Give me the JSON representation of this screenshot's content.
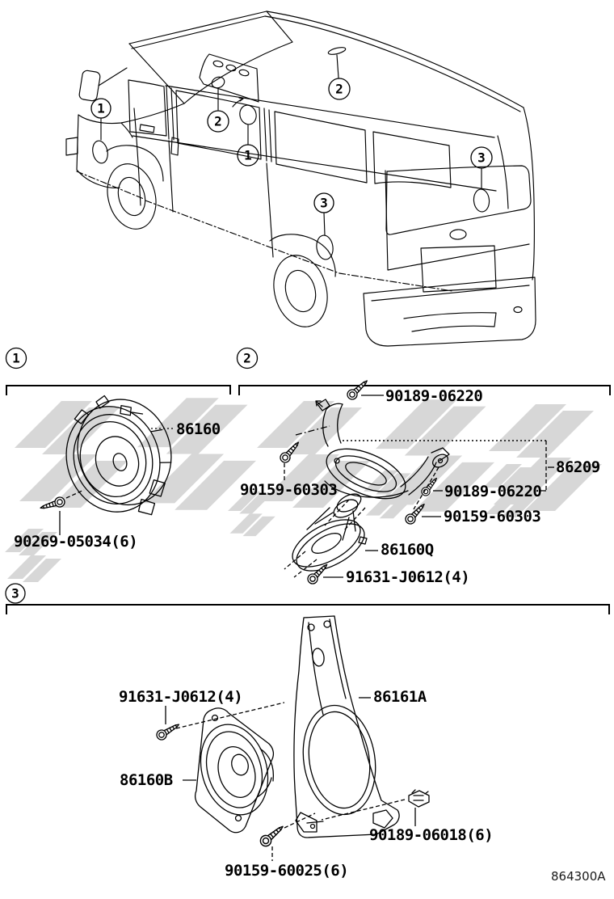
{
  "page": {
    "background": "#ffffff",
    "line_color": "#000000",
    "watermark_color": "#d7d7d7",
    "drawing_number": "864300A"
  },
  "van": {
    "description": "van-rear-speaker-location-line-art",
    "callouts": [
      {
        "id": "front-door-speaker",
        "number": "1"
      },
      {
        "id": "dash-speaker-left",
        "number": "2"
      },
      {
        "id": "dash-speaker-right",
        "number": "1"
      },
      {
        "id": "cowl-grille",
        "number": "2"
      },
      {
        "id": "left-quarter-speaker",
        "number": "3"
      },
      {
        "id": "right-quarter-speaker",
        "number": "3"
      }
    ]
  },
  "sections": [
    {
      "number": "1",
      "parts": [
        {
          "number": "86160"
        },
        {
          "number": "90269-05034(6)"
        }
      ]
    },
    {
      "number": "2",
      "parts": [
        {
          "number": "90189-06220"
        },
        {
          "number": "86209"
        },
        {
          "number": "90159-60303"
        },
        {
          "number": "90189-06220"
        },
        {
          "number": "90159-60303"
        },
        {
          "number": "86160Q"
        },
        {
          "number": "91631-J0612(4)"
        }
      ]
    },
    {
      "number": "3",
      "parts": [
        {
          "number": "91631-J0612(4)"
        },
        {
          "number": "86161A"
        },
        {
          "number": "86160B"
        },
        {
          "number": "90189-06018(6)"
        },
        {
          "number": "90159-60025(6)"
        }
      ]
    }
  ]
}
